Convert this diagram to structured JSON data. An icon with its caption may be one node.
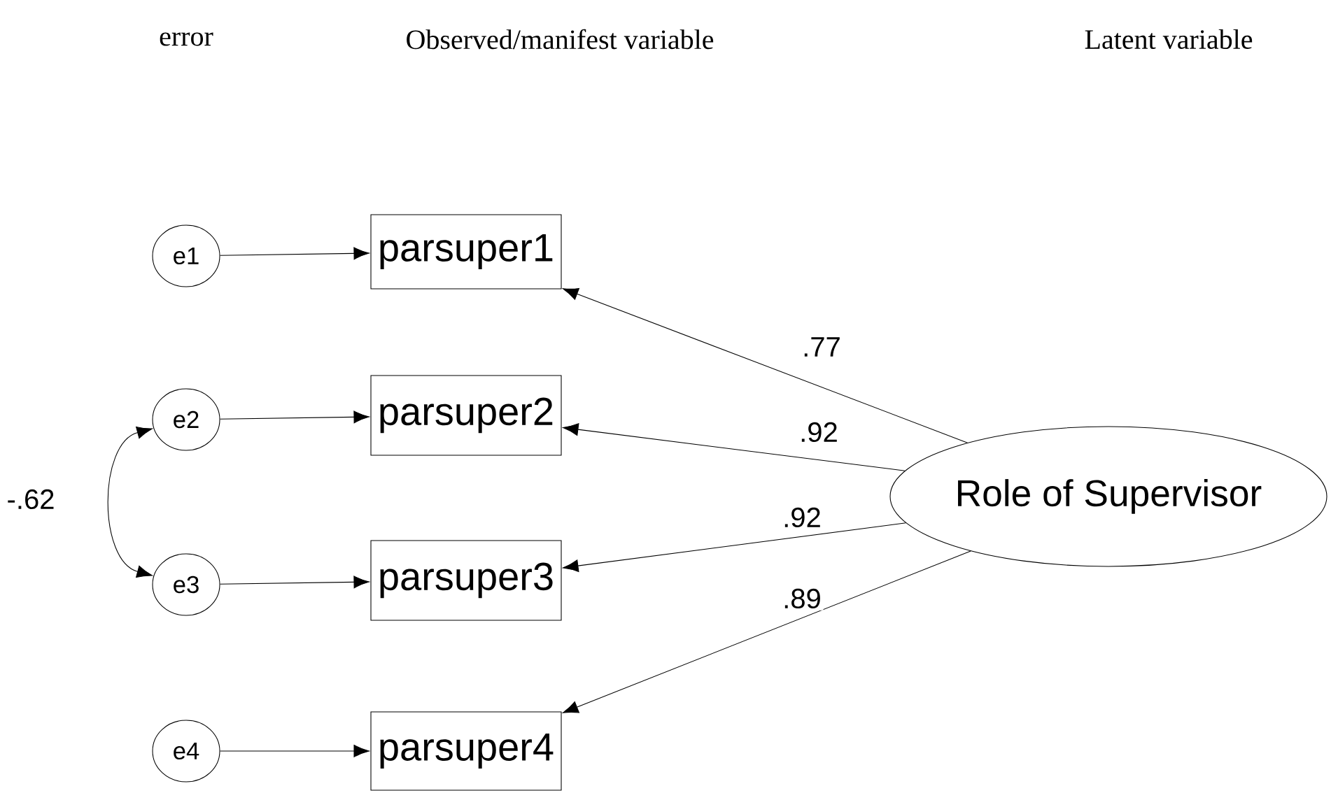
{
  "diagram": {
    "nodes": [
      {
        "text": [
          "e1"
        ]
      },
      {
        "text": [
          "e2"
        ]
      },
      {
        "text": [
          "e3"
        ]
      },
      {
        "text": [
          "e4"
        ]
      },
      {
        "text": [
          "parsuper1"
        ]
      },
      {
        "text": [
          "parsuper2"
        ]
      },
      {
        "text": [
          "parsuper3"
        ]
      },
      {
        "text": [
          "parsuper4"
        ]
      },
      {
        "text": [
          "Role of Supervisor"
        ]
      }
    ],
    "edges": [
      {
        "from": 0,
        "to": 4,
        "arrow": "to"
      },
      {
        "from": 1,
        "to": 5,
        "arrow": "to"
      },
      {
        "from": 2,
        "to": 6,
        "arrow": "to"
      },
      {
        "from": 3,
        "to": 7,
        "arrow": "to"
      },
      {
        "from": 8,
        "to": 4,
        "arrow": "to",
        "label": ".77"
      },
      {
        "from": 8,
        "to": 5,
        "arrow": "to",
        "label": ".92"
      },
      {
        "from": 8,
        "to": 6,
        "arrow": "to",
        "label": ".92"
      },
      {
        "from": 8,
        "to": 7,
        "arrow": "to",
        "label": ".89"
      },
      {
        "from": 1,
        "to": 2,
        "arrow": "both",
        "label": "-.62"
      }
    ],
    "labels": [
      "error",
      "Observed/manifest variable",
      "Latent variable"
    ]
  }
}
